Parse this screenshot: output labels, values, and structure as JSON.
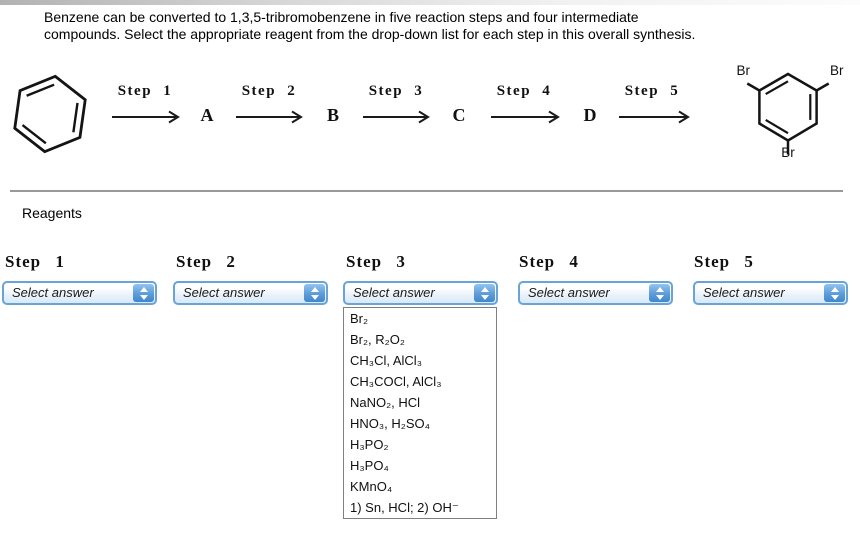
{
  "intro": {
    "lines": [
      "Benzene can be converted to 1,3,5-tribromobenzene in five reaction steps and four intermediate",
      "compounds. Select the appropriate reagent from the drop-down list for each step in this overall synthesis."
    ]
  },
  "scheme": {
    "step_labels": [
      "Step 1",
      "Step 2",
      "Step 3",
      "Step 4",
      "Step 5"
    ],
    "intermediates": [
      "A",
      "B",
      "C",
      "D"
    ],
    "start_molecule": "benzene",
    "product_molecule": "1,3,5-tribromobenzene",
    "br_label": "Br"
  },
  "reagents_section": {
    "title": "Reagents",
    "steps": [
      {
        "label": "Step 1",
        "value": "Select answer"
      },
      {
        "label": "Step 2",
        "value": "Select answer"
      },
      {
        "label": "Step 3",
        "value": "Select answer",
        "open": true
      },
      {
        "label": "Step 4",
        "value": "Select answer"
      },
      {
        "label": "Step 5",
        "value": "Select answer"
      }
    ],
    "options": [
      "Br₂",
      "Br₂, R₂O₂",
      "CH₃Cl, AlCl₃",
      "CH₃COCl, AlCl₃",
      "NaNO₂, HCl",
      "HNO₃, H₂SO₄",
      "H₃PO₂",
      "H₃PO₄",
      "KMnO₄",
      "1) Sn, HCl; 2) OH⁻"
    ]
  },
  "colors": {
    "dropdown_border": "#68a4d9",
    "dropdown_fill_bottom": "#d8e9f8",
    "spinner_top": "#93c4ee",
    "spinner_bottom": "#4187cb",
    "structure_ink": "#141414",
    "divider": "#999999"
  }
}
